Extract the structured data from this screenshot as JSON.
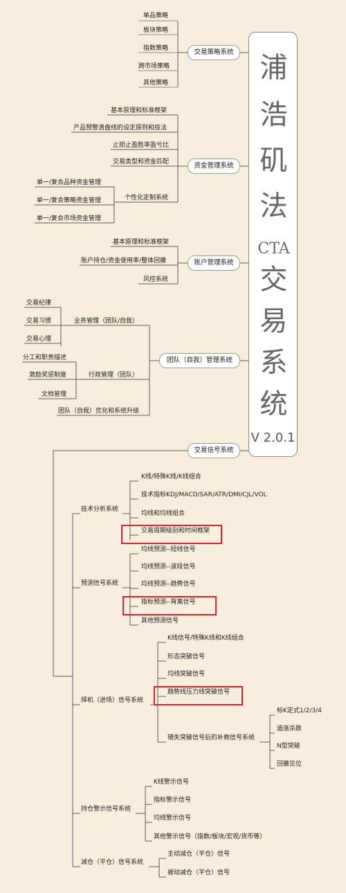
{
  "root": {
    "chars": [
      "浦",
      "浩",
      "矶",
      "法",
      "CTA",
      "交",
      "易",
      "系",
      "统"
    ],
    "version": "V 2.0.1"
  },
  "nodes": {
    "trade_strategy": "交易策略系统",
    "money_mgmt": "资金管理系统",
    "account_mgmt": "账户管理系统",
    "team_mgmt": "团队（自我）管理系统",
    "signal_sys": "交易信号系统"
  },
  "trade_strategy_items": [
    "单品策略",
    "板块策略",
    "指数策略",
    "跨市场策略",
    "其他策略"
  ],
  "money_items": [
    "基本原理和标准框架",
    "产品预警清盘线的设定原则和技法",
    "止损止盈胜率盈亏比",
    "交易类型和资金匹配",
    "个性化定制系统"
  ],
  "money_custom_items": [
    "单一/复合品种资金管理",
    "单一/复合策略资金管理",
    "单一/复合市场资金管理"
  ],
  "account_items": [
    "基本原理和标准框架",
    "账户持仓/资金使用率/整体回撤",
    "风控系统"
  ],
  "team_items": [
    "业务管理（团队/自我）",
    "行政管理（团队）",
    "团队（自我）优化和系统升级"
  ],
  "business_items": [
    "交易纪律",
    "交易习惯",
    "交易心理"
  ],
  "admin_items": [
    "分工和职责描述",
    "激励奖惩制度",
    "文档管理"
  ],
  "signal_groups": [
    "技术分析系统",
    "预测信号系统",
    "择机（进场）信号系统",
    "持仓警示信号系统",
    "减仓（平仓）信号系统"
  ],
  "tech_items": [
    "K线/特殊K线/K线组合",
    "技术指标KDJ/MACD/SAR/ATR/DMI/CJL/VOL",
    "均线和均线组合",
    "交易周期级别和时间框架"
  ],
  "predict_items": [
    "均线预测--短线信号",
    "均线预测--波段信号",
    "均线预测--趋势信号",
    "指标预测--背离信号",
    "其他预测信号"
  ],
  "entry_items": [
    "K线信号/特殊K线和K线组合",
    "形态突破信号",
    "均线突破信号",
    "趋势线压力线突破信号",
    "错失突破信号后的补救信号系统"
  ],
  "remedy_items": [
    "标K定式1/2/3/4",
    "追涨杀跌",
    "N型突破",
    "回撤见位"
  ],
  "warn_items": [
    "K线警示信号",
    "指标警示信号",
    "均线警示信号",
    "其他警示信号（指数/板块/宏观/货币等）"
  ],
  "reduce_items": [
    "主动减仓（平仓）信号",
    "被动减仓（平仓）信号"
  ],
  "colors": {
    "line": "#5a5a5a",
    "highlight": "#e4202a",
    "background": "#f8eedd"
  }
}
